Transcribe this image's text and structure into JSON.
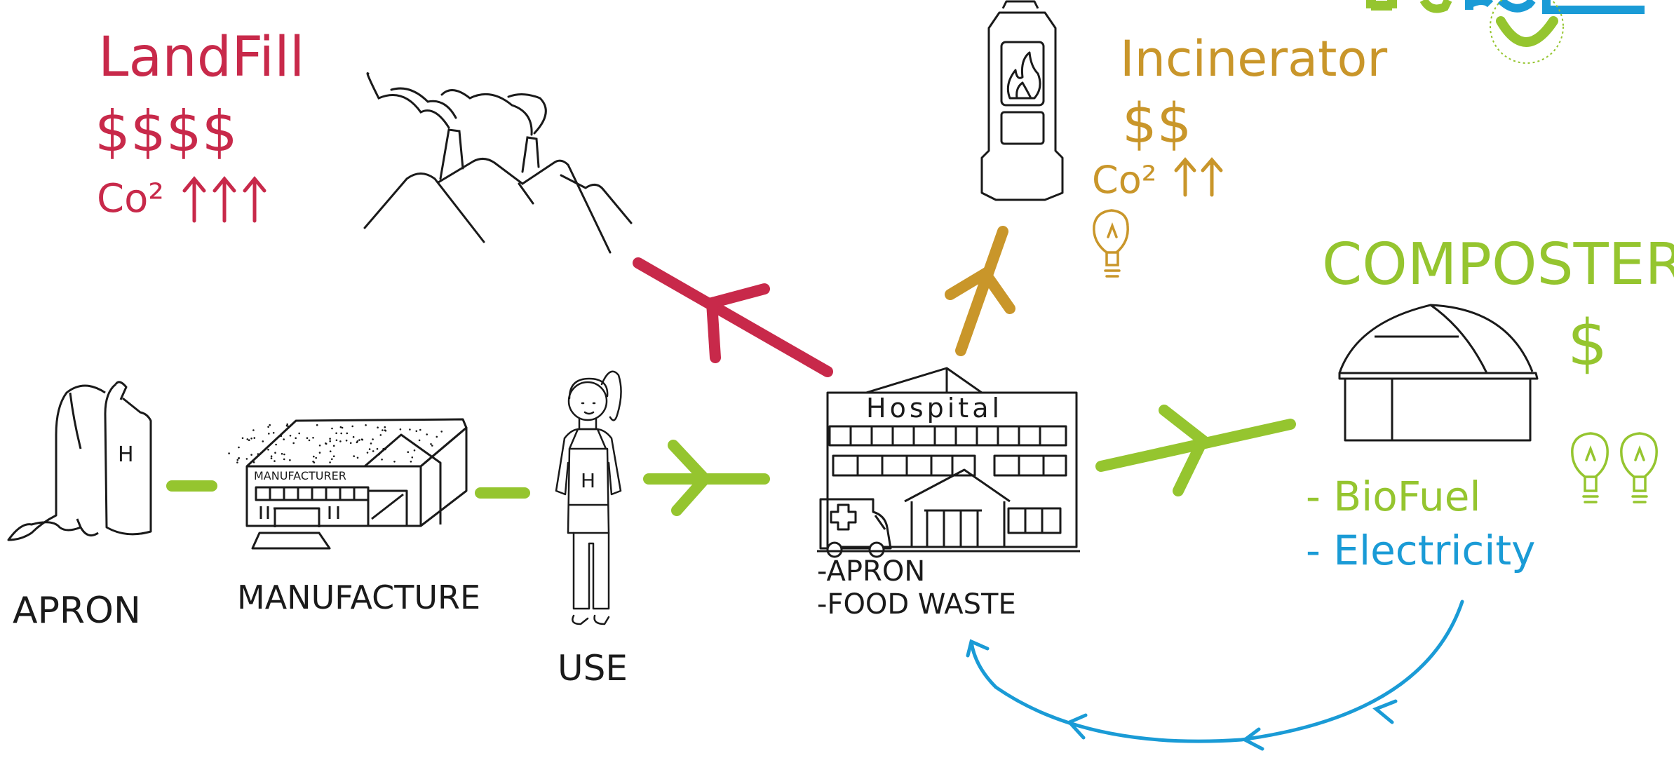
{
  "labels": {
    "landfill": "LandFill",
    "landfill_cost": "$$$$",
    "landfill_co2": "Co²",
    "incinerator": "Incinerator",
    "incinerator_cost": "$$",
    "incinerator_co2": "Co²",
    "composter": "COMPOSTER",
    "composter_cost": "$",
    "biofuel": "- BioFuel",
    "electricity": "- Electricity",
    "hospital_sign": "Hospital",
    "manufacturer_sign": "MANUFACTURER",
    "hospital_outputs": [
      "-APRON",
      "-FOOD WASTE"
    ],
    "apron": "APRON",
    "manufacture": "MANUFACTURE",
    "use": "USE",
    "apron_letter": "H",
    "use_letter": "H"
  },
  "colors": {
    "landfill": "#c8294a",
    "incinerator": "#c9962a",
    "composter": "#95c52f",
    "electricity": "#1a9bd6",
    "ink": "#1a1a1a"
  },
  "icons": [
    "apron-icon",
    "factory-icon",
    "worker-icon",
    "hospital-icon",
    "landfill-mountains-icon",
    "incinerator-icon",
    "composter-dome-icon",
    "lightbulb-icon",
    "up-arrow-icon",
    "logo-icon"
  ]
}
